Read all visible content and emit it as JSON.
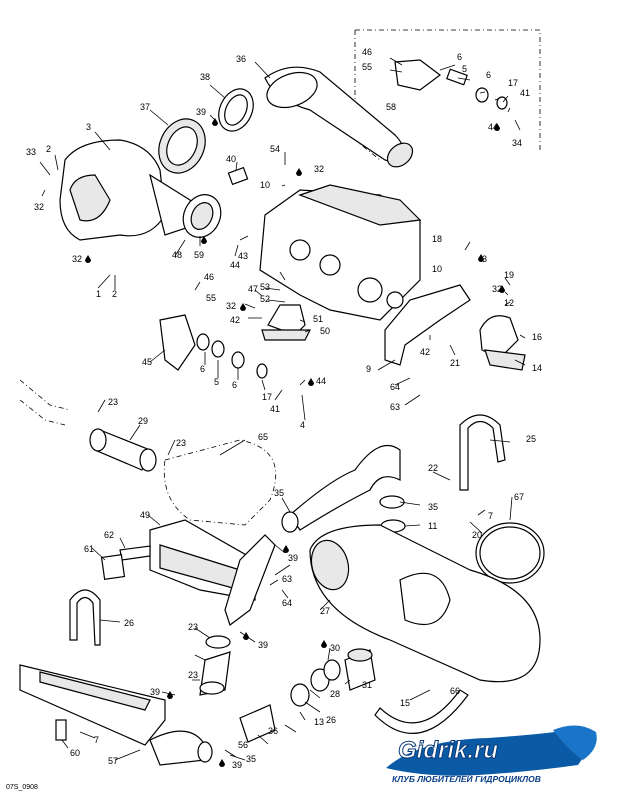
{
  "diagram_code": "07S_0908",
  "watermark": {
    "brand": "Gidrik.ru",
    "tagline": "КЛУБ ЛЮБИТЕЛЕЙ ГИДРОЦИКЛОВ"
  },
  "callouts": [
    "46",
    "55",
    "6",
    "5",
    "6",
    "58",
    "36",
    "17",
    "41",
    "44",
    "34",
    "38",
    "37",
    "39",
    "3",
    "33",
    "2",
    "32",
    "40",
    "54",
    "32",
    "10",
    "18",
    "3",
    "19",
    "32",
    "12",
    "32",
    "1",
    "2",
    "59",
    "48",
    "43",
    "44",
    "46",
    "47",
    "53",
    "52",
    "32",
    "55",
    "42",
    "51",
    "50",
    "10",
    "42",
    "21",
    "16",
    "14",
    "9",
    "64",
    "63",
    "45",
    "6",
    "5",
    "6",
    "17",
    "41",
    "44",
    "4",
    "23",
    "29",
    "23",
    "65",
    "25",
    "22",
    "35",
    "35",
    "11",
    "67",
    "7",
    "20",
    "49",
    "62",
    "61",
    "39",
    "63",
    "64",
    "27",
    "26",
    "23",
    "39",
    "23",
    "30",
    "31",
    "28",
    "26",
    "13",
    "15",
    "66",
    "39",
    "60",
    "7",
    "57",
    "36",
    "56",
    "39",
    "35"
  ]
}
